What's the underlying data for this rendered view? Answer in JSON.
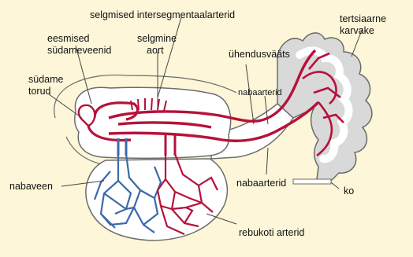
{
  "labels": {
    "intersegmental": "selgmised intersegmentaalarterid",
    "tertiary_villus_1": "tertsiaarne",
    "tertiary_villus_2": "karvake",
    "cardinal_veins_1": "eesmised",
    "cardinal_veins_2": "südameveenid",
    "dorsal_aorta_1": "selgmine",
    "dorsal_aorta_2": "aort",
    "connecting_stalk": "ühendusvääts",
    "heart_tubes_1": "südame",
    "heart_tubes_2": "torud",
    "umbilical_arteries_upper": "nabaarterid",
    "umbilical_vein": "nabaveen",
    "umbilical_arteries_lower": "nabaarterid",
    "chorion": "ko",
    "yolk_sac_arteries": "rebukoti arterid"
  },
  "colors": {
    "background": "#fdf6d8",
    "artery": "#b5123a",
    "vein": "#3a6aa8",
    "tissue_outline": "#6b6b6b",
    "tissue_fill": "#ffffff",
    "villus_fill": "#d9d9d9"
  }
}
